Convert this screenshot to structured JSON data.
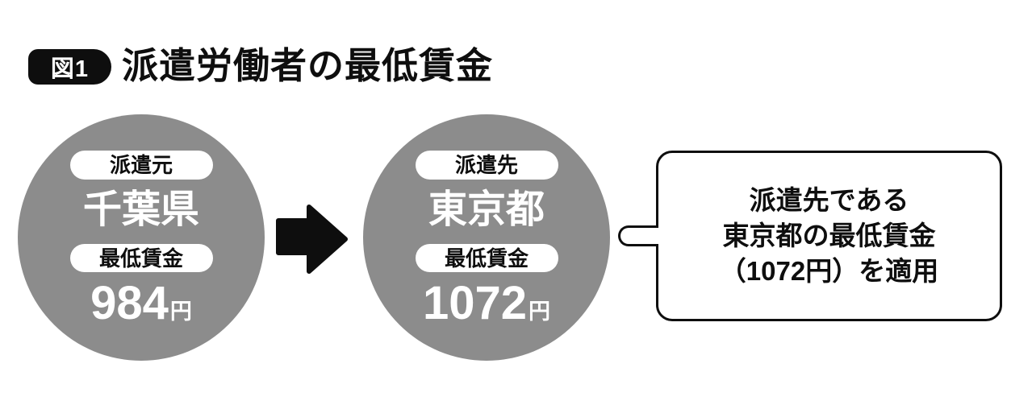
{
  "header": {
    "badge_label": "図1",
    "title": "派遣労働者の最低賃金"
  },
  "source": {
    "role_label": "派遣元",
    "region_name": "千葉県",
    "wage_label": "最低賃金",
    "wage_value": "984",
    "wage_unit": "円"
  },
  "destination": {
    "role_label": "派遣先",
    "region_name": "東京都",
    "wage_label": "最低賃金",
    "wage_value": "1072",
    "wage_unit": "円"
  },
  "callout": {
    "lines": [
      "派遣先である",
      "東京都の最低賃金",
      "（1072円）を適用"
    ]
  },
  "icons": {
    "arrow": "right-block-arrow"
  },
  "colors": {
    "circle_gray": "#8c8c8c",
    "ink": "#0e0e0e",
    "background": "#ffffff"
  }
}
